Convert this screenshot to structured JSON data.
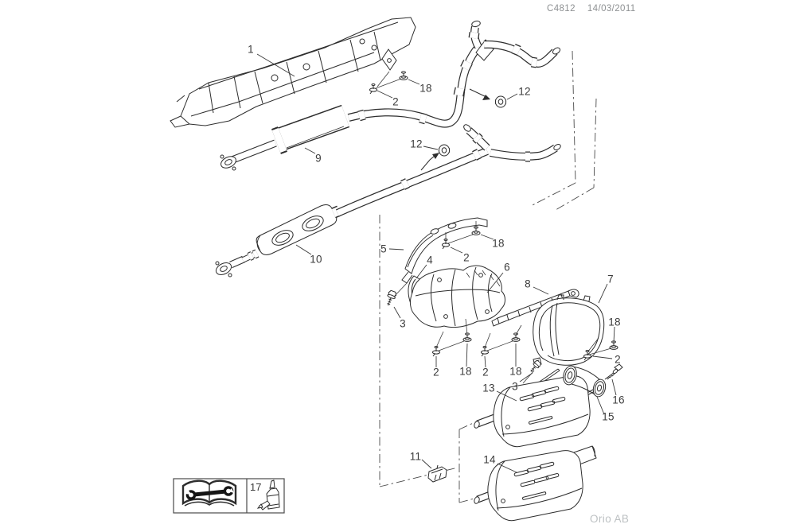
{
  "header": {
    "drawing_number": "C4812",
    "date": "14/03/2011"
  },
  "footer": {
    "publisher": "Orio AB"
  },
  "callouts": [
    {
      "text": "1"
    },
    {
      "text": "2"
    },
    {
      "text": "18"
    },
    {
      "text": "12"
    },
    {
      "text": "9"
    },
    {
      "text": "12"
    },
    {
      "text": "10"
    },
    {
      "text": "5"
    },
    {
      "text": "4"
    },
    {
      "text": "2"
    },
    {
      "text": "18"
    },
    {
      "text": "6"
    },
    {
      "text": "8"
    },
    {
      "text": "7"
    },
    {
      "text": "3"
    },
    {
      "text": "18"
    },
    {
      "text": "2"
    },
    {
      "text": "2"
    },
    {
      "text": "18"
    },
    {
      "text": "2"
    },
    {
      "text": "18"
    },
    {
      "text": "13"
    },
    {
      "text": "3"
    },
    {
      "text": "16"
    },
    {
      "text": "15"
    },
    {
      "text": "11"
    },
    {
      "text": "14"
    }
  ],
  "legend": {
    "item_number": "17",
    "icons": [
      "open-book-wrench-icon",
      "sealant-tube-icon"
    ]
  },
  "colors": {
    "line": "#2d2d2d",
    "label": "#3b3b3b",
    "header_text": "#8d9092",
    "footer_text": "#bdc1c3",
    "phantom": "#4a4a4a",
    "background": "#ffffff"
  }
}
